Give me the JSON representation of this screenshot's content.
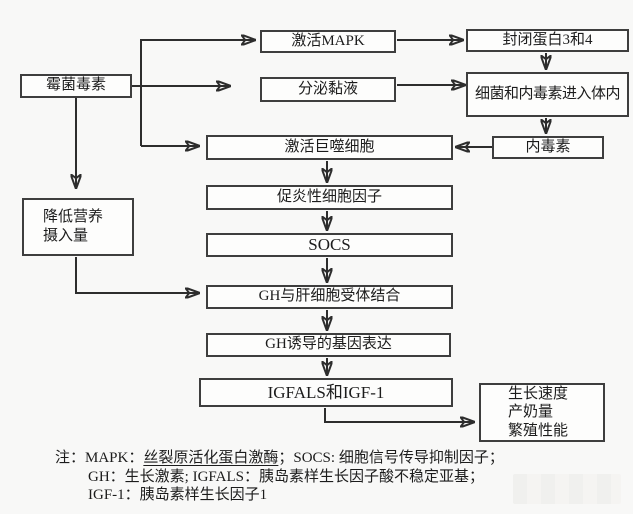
{
  "diagram": {
    "nodes": {
      "mycotoxin": "霉菌毒素",
      "activate_mapk": "激活MAPK",
      "occludin": "封闭蛋白3和4",
      "mucus": "分泌黏液",
      "bacteria_enter": "细菌和内毒素进入体内",
      "macrophage": "激活巨噬细胞",
      "endotoxin": "内毒素",
      "cytokines": "促炎性细胞因子",
      "socs": "SOCS",
      "reduced_intake_line1": "降低营养",
      "reduced_intake_line2": "摄入量",
      "gh_receptor": "GH与肝细胞受体结合",
      "gh_gene": "GH诱导的基因表达",
      "igfals": "IGFALS和IGF-1",
      "outcomes_line1": "生长速度",
      "outcomes_line2": "产奶量",
      "outcomes_line3": "繁殖性能"
    },
    "notes": {
      "line1_prefix": "注：MAPK：",
      "line1_underlined": "丝裂原活化蛋白激酶",
      "line1_suffix": "；SOCS: 细胞信号传导抑制因子；",
      "line2": "GH：生长激素; IGFALS：胰岛素样生长因子酸不稳定亚基；",
      "line3": "IGF-1：胰岛素样生长因子1"
    },
    "colors": {
      "line": "#2d2d2d",
      "box_border": "#3e3e3e",
      "text": "#1c1c1c",
      "background": "#f8f8f7"
    }
  }
}
